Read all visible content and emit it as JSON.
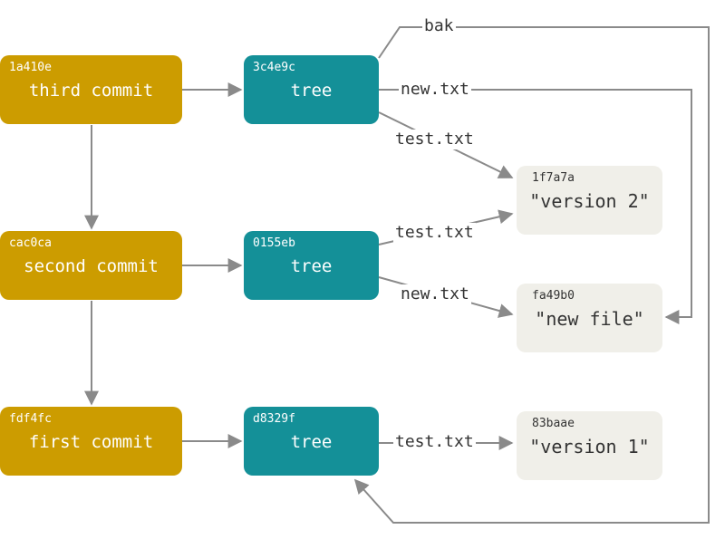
{
  "colors": {
    "commit": "#cc9c00",
    "tree": "#149098",
    "blob": "#f0efe9",
    "edge": "#8a8a8a"
  },
  "commits": [
    {
      "hash": "1a410e",
      "label": "third commit"
    },
    {
      "hash": "cac0ca",
      "label": "second commit"
    },
    {
      "hash": "fdf4fc",
      "label": "first commit"
    }
  ],
  "trees": [
    {
      "hash": "3c4e9c",
      "label": "tree"
    },
    {
      "hash": "0155eb",
      "label": "tree"
    },
    {
      "hash": "d8329f",
      "label": "tree"
    }
  ],
  "blobs": [
    {
      "hash": "1f7a7a",
      "label": "\"version 2\""
    },
    {
      "hash": "fa49b0",
      "label": "\"new file\""
    },
    {
      "hash": "83baae",
      "label": "\"version 1\""
    }
  ],
  "edge_labels": {
    "bak": "bak",
    "t1_new": "new.txt",
    "t1_test": "test.txt",
    "t2_test": "test.txt",
    "t2_new": "new.txt",
    "t3_test": "test.txt"
  }
}
